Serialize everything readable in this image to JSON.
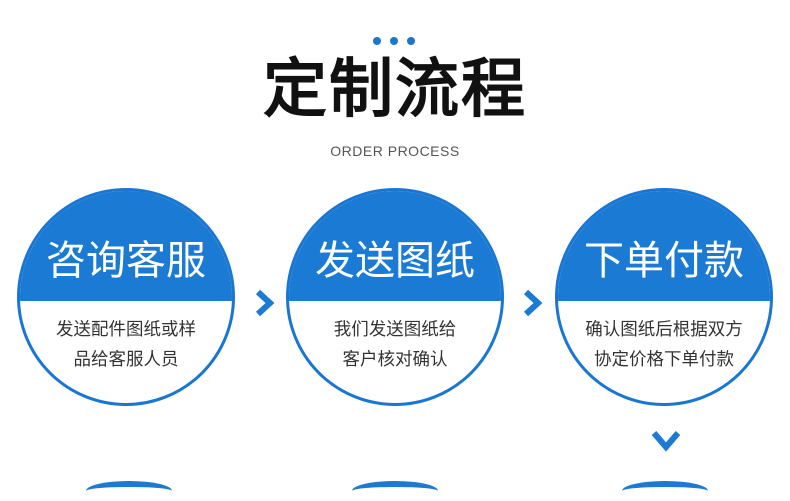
{
  "header": {
    "title": "定制流程",
    "subtitle": "ORDER PROCESS"
  },
  "steps": [
    {
      "heading": "咨询客服",
      "line1": "发送配件图纸或样",
      "line2": "品给客服人员"
    },
    {
      "heading": "发送图纸",
      "line1": "我们发送图纸给",
      "line2": "客户核对确认"
    },
    {
      "heading": "下单付款",
      "line1": "确认图纸后根据双方",
      "line2": "协定价格下单付款"
    }
  ],
  "icons": {
    "next": "chevron-right-icon",
    "down": "chevron-down-icon"
  },
  "colors": {
    "accent": "#1a7ad4",
    "title": "#111111"
  }
}
